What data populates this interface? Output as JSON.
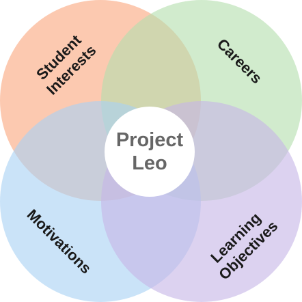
{
  "center": {
    "line1": "Project",
    "line2": "Leo"
  },
  "circles": {
    "student_interests": {
      "line1": "Student",
      "line2": "Interests",
      "color": "#fbbd9f"
    },
    "careers": {
      "line1": "Careers",
      "color": "#b5dfae"
    },
    "motivations": {
      "line1": "Motivations",
      "color": "#a9d2f4"
    },
    "learning_objectives": {
      "line1": "Learning",
      "line2": "Objectives",
      "color": "#c6b7e6"
    }
  }
}
